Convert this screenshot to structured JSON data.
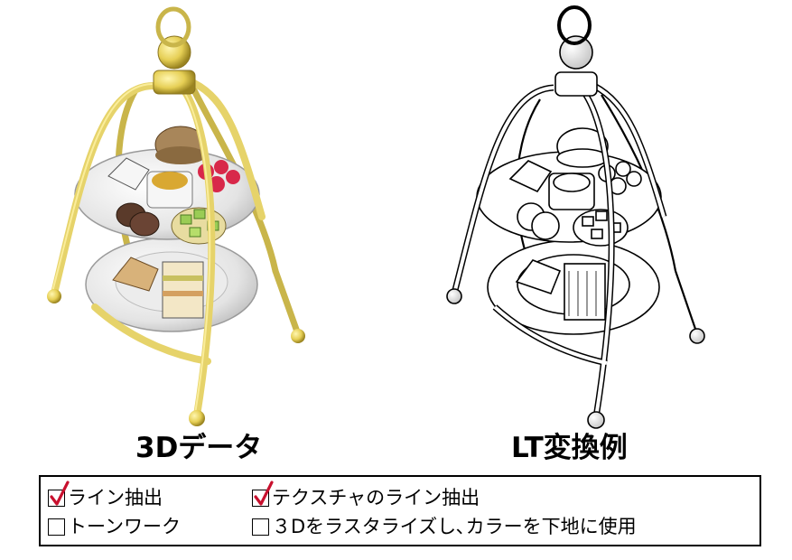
{
  "captions": {
    "left": "3Dデータ",
    "right": "LT変換例"
  },
  "options": [
    {
      "label": "ライン抽出",
      "checked": true
    },
    {
      "label": "トーンワーク",
      "checked": false
    },
    {
      "label": "テクスチャのライン抽出",
      "checked": true
    },
    {
      "label": "３Dをラスタライズし､カラーを下地に使用",
      "checked": false
    }
  ],
  "colors": {
    "gold": "#e6d36a",
    "check": "#c8102e"
  }
}
